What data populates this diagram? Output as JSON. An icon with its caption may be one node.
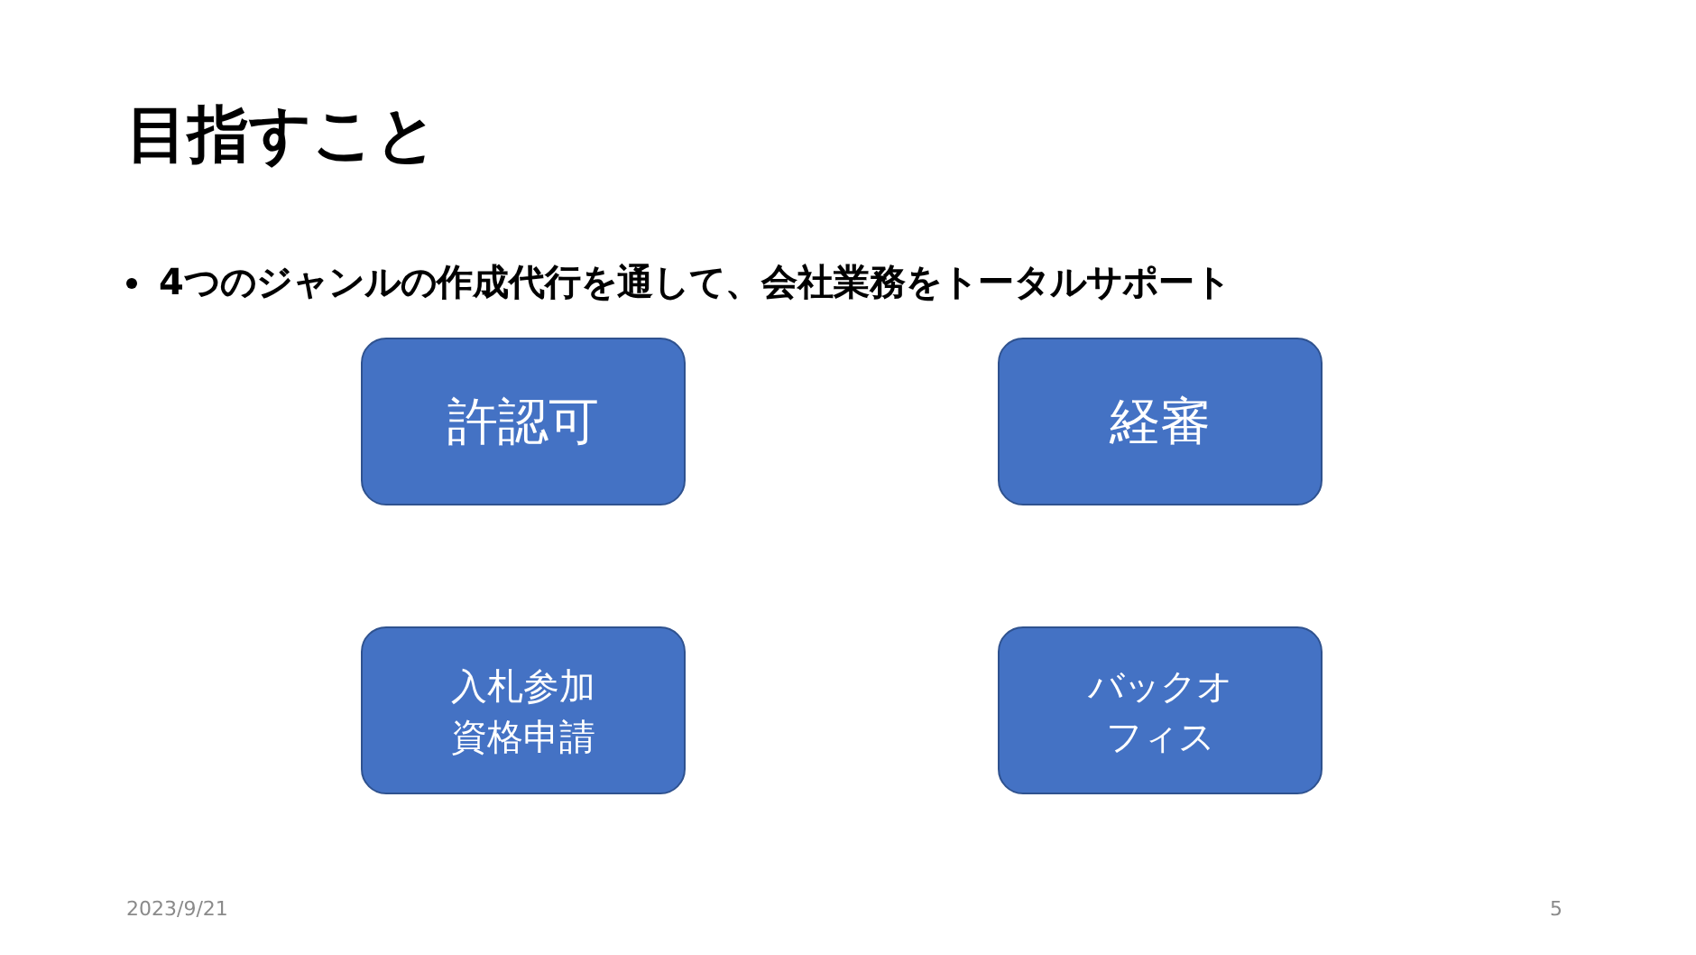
{
  "diagram": {
    "title": "目指すこと",
    "nodes": [
      {
        "text": [
          "許認可"
        ]
      },
      {
        "text": [
          "経審"
        ]
      },
      {
        "text": [
          "入札参加資格申請"
        ]
      },
      {
        "text": [
          "バックオフィス"
        ]
      }
    ],
    "labels": [
      "4つのジャンルの作成代行を通して、会社業務をトータルサポート",
      "2023/9/21",
      "5"
    ]
  }
}
